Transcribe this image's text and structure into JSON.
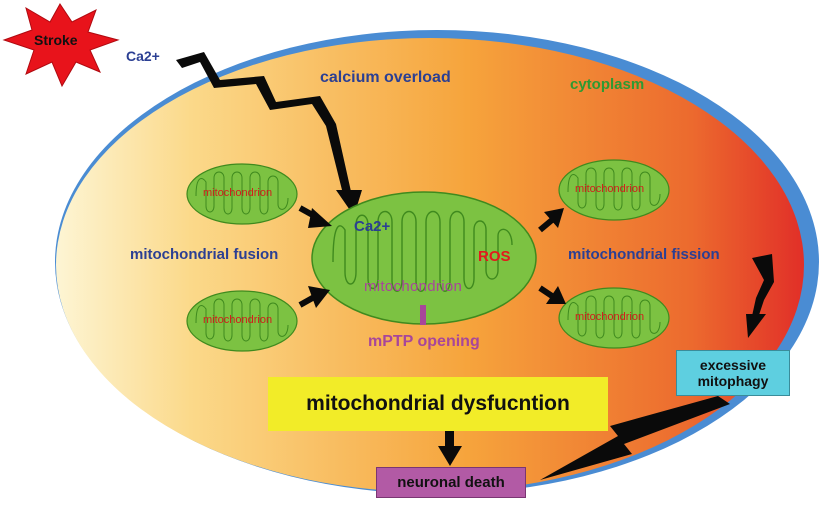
{
  "stroke_label": "Stroke",
  "ca_input": "Ca2+",
  "calcium_overload": "calcium overload",
  "cytoplasm": "cytoplasm",
  "central_mito": {
    "ca": "Ca2+",
    "ros": "ROS",
    "name": "mitochondrion"
  },
  "mptp": "mPTP opening",
  "fusion": "mitochondrial fusion",
  "fission": "mitochondrial fission",
  "small_mito": [
    "mitochondrion",
    "mitochondrion",
    "mitochondrion",
    "mitochondrion"
  ],
  "excessive_mitophagy": "excessive\nmitophagy",
  "dysfunction": "mitochondrial dysfucntion",
  "neuronal_death": "neuronal death",
  "colors": {
    "cell_left": "#fdf0c2",
    "cell_mid": "#f6a43c",
    "cell_right": "#e4392a",
    "membrane": "#4a8cd3",
    "mito_fill": "#7cc242",
    "mito_stroke": "#3f8a1e",
    "dysfunction_box": "#f2ec28",
    "mitophagy_box": "#5ecfe0",
    "death_box": "#b25aa5",
    "stroke_star": "#e8131b"
  }
}
